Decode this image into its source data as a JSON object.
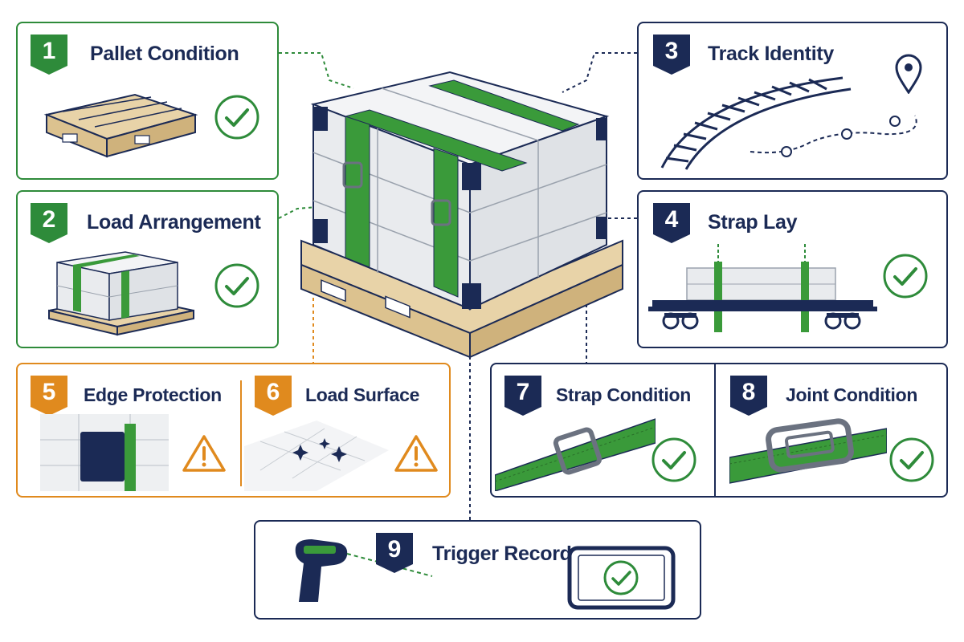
{
  "steps": [
    {
      "number": "1",
      "title": "Pallet Condition",
      "status": "check"
    },
    {
      "number": "2",
      "title": "Load Arrangement",
      "status": "check"
    },
    {
      "number": "3",
      "title": "Track Identity",
      "status": "location"
    },
    {
      "number": "4",
      "title": "Strap Lay",
      "status": "check"
    },
    {
      "number": "5",
      "title": "Edge Protection",
      "status": "warning"
    },
    {
      "number": "6",
      "title": "Load Surface",
      "status": "warning"
    },
    {
      "number": "7",
      "title": "Strap Condition",
      "status": "check"
    },
    {
      "number": "8",
      "title": "Joint Condition",
      "status": "check"
    },
    {
      "number": "9",
      "title": "Trigger Record",
      "status": "check"
    }
  ],
  "colors": {
    "green": "#2e8b3a",
    "orange": "#e08a1e",
    "navy": "#1b2a55",
    "strap": "#3a9a3a",
    "wood": "#e8d3a8"
  },
  "icons": {
    "check": "check-circle-icon",
    "warning": "warning-triangle-icon",
    "location": "location-pin-icon",
    "scanner": "barcode-scanner-icon",
    "tablet": "tablet-icon"
  }
}
